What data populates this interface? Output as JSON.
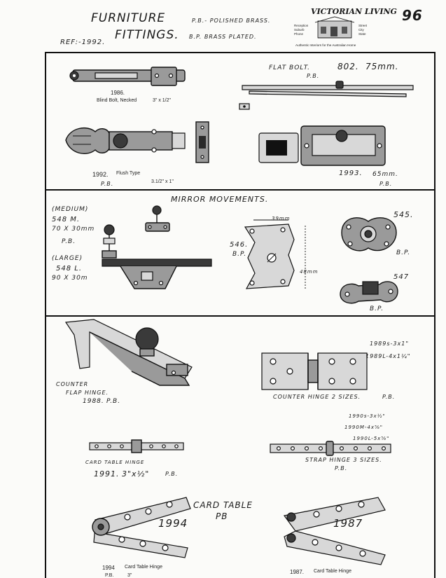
{
  "header": {
    "title_line1": "FURNITURE",
    "title_line2": "FITTINGS.",
    "key_pb": "P.B.- POLISHED BRASS.",
    "key_bp": "B.P. BRASS PLATED.",
    "ref": "REF:-1992.",
    "page_number": "96",
    "logo": {
      "brand": "VICTORIAN LIVING",
      "tagline": "Authentic Interiors for the Australian Home"
    }
  },
  "section1": {
    "items": [
      {
        "code": "1986.",
        "desc": "Blind Bolt, Necked",
        "size": "3\" x 1/2\""
      },
      {
        "label": "FLAT BOLT.",
        "finish": "P.B.",
        "code": "802.",
        "size": "75mm."
      },
      {
        "code": "1992.",
        "desc": "Flush Type",
        "finish": "P.B.",
        "size": "3.1/2\" x 1\""
      },
      {
        "code": "1993.",
        "size": "65mm.",
        "finish": "P.B."
      }
    ]
  },
  "section2": {
    "title": "MIRROR MOVEMENTS.",
    "medium": {
      "label": "(MEDIUM)",
      "code": "548 M.",
      "size": "70 X 30mm",
      "finish": "P.B."
    },
    "large": {
      "label": "(LARGE)",
      "code": "548 L.",
      "size": "90 X 30m"
    },
    "item546": {
      "code": "546.",
      "finish": "B.P.",
      "dim_w": "39mm",
      "dim_h": "48mm"
    },
    "item545": {
      "code": "545.",
      "finish": "B.P."
    },
    "item547": {
      "code": "547",
      "finish": "B.P."
    }
  },
  "section3": {
    "counter_flap": {
      "line1": "COUNTER",
      "line2": "FLAP HINGE.",
      "code": "1988.",
      "finish": "P.B."
    },
    "counter_hinge": {
      "sizes_s": "1989s-3x1\"",
      "sizes_l": "1989L-4x1¼\"",
      "label": "COUNTER HINGE 2 SIZES.",
      "finish": "P.B."
    },
    "strap": {
      "sizes_s": "1990s-3x½\"",
      "sizes_m": "1990M-4x⅝\"",
      "sizes_l": "1990L-5x⅝\"",
      "label": "STRAP HINGE 3 SIZES.",
      "finish": "P.B."
    },
    "card_table_1991": {
      "label": "CARD TABLE HINGE",
      "code": "1991.",
      "size": "3\"x½\"",
      "finish": "P.B."
    },
    "card_table_title": {
      "line1": "CARD TABLE",
      "line2": "PB"
    },
    "hinge_1994": {
      "code_large": "1994",
      "code": "1994",
      "desc": "Card Table Hinge",
      "finish": "P.B.",
      "size": "3\""
    },
    "hinge_1987": {
      "code_large": "1987",
      "code": "1987.",
      "desc": "Card Table Hinge"
    }
  }
}
